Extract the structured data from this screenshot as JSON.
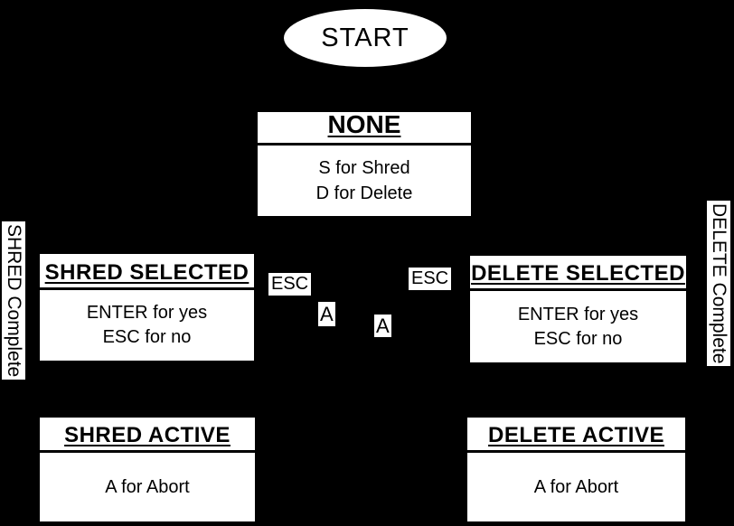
{
  "colors": {
    "background": "#000000",
    "node_fill": "#ffffff",
    "node_text": "#000000"
  },
  "start_node": {
    "label": "START"
  },
  "states": {
    "none": {
      "title": "NONE",
      "line1": "S for Shred",
      "line2": "D for Delete"
    },
    "shred_selected": {
      "title": "SHRED SELECTED",
      "line1": "ENTER for yes",
      "line2": "ESC for no"
    },
    "delete_selected": {
      "title": "DELETE SELECTED",
      "line1": "ENTER for yes",
      "line2": "ESC for no"
    },
    "shred_active": {
      "title": "SHRED ACTIVE",
      "line1": "A for Abort"
    },
    "delete_active": {
      "title": "DELETE ACTIVE",
      "line1": "A for Abort"
    }
  },
  "transition_labels": {
    "esc_left": "ESC",
    "esc_right": "ESC",
    "abort_left": "A",
    "abort_right": "A",
    "shred_complete": "SHRED Complete",
    "delete_complete": "DELETE Complete"
  }
}
